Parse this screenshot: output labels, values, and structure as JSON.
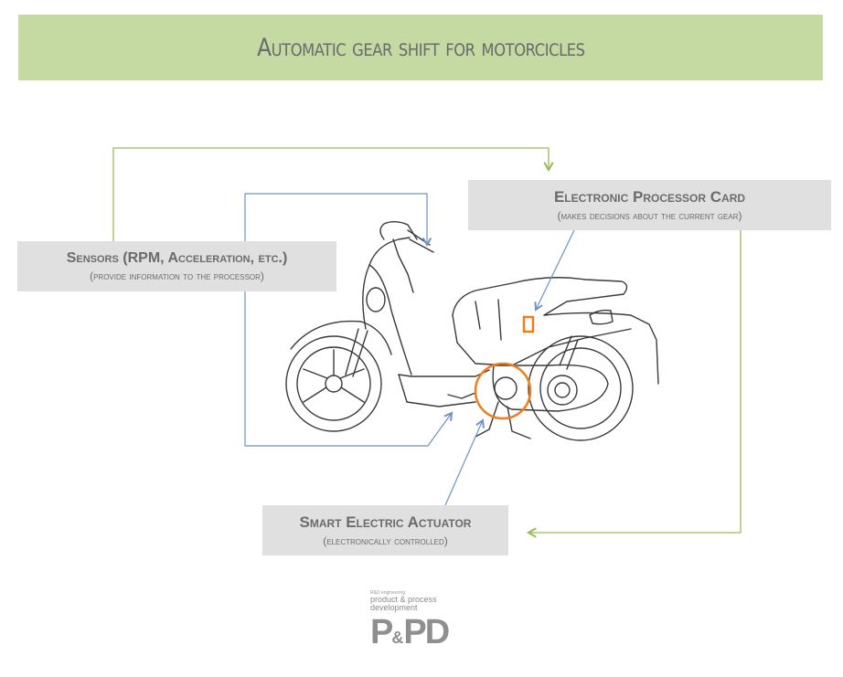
{
  "header": {
    "title": "Automatic gear shift for motorcicles"
  },
  "boxes": {
    "sensors": {
      "title": "Sensors (RPM, Acceleration, etc.)",
      "subtitle": "(provide information to the processor)"
    },
    "processor": {
      "title": "Electronic Processor Card",
      "subtitle": "(makes decisions about the current gear)"
    },
    "actuator": {
      "title": "Smart Electric Actuator",
      "subtitle": "(electronically controlled)"
    }
  },
  "logo": {
    "tagline": "R&D engineering",
    "line1": "product & process",
    "line2": "development",
    "mark_left": "P",
    "mark_amp": "&",
    "mark_right": "PD"
  },
  "colors": {
    "banner": "#c5d9a3",
    "green_connector": "#9dbb5e",
    "blue_connector": "#6a93c8",
    "highlight": "#f07d1c",
    "box": "#e0e0e0",
    "text": "#6b6b6b"
  }
}
